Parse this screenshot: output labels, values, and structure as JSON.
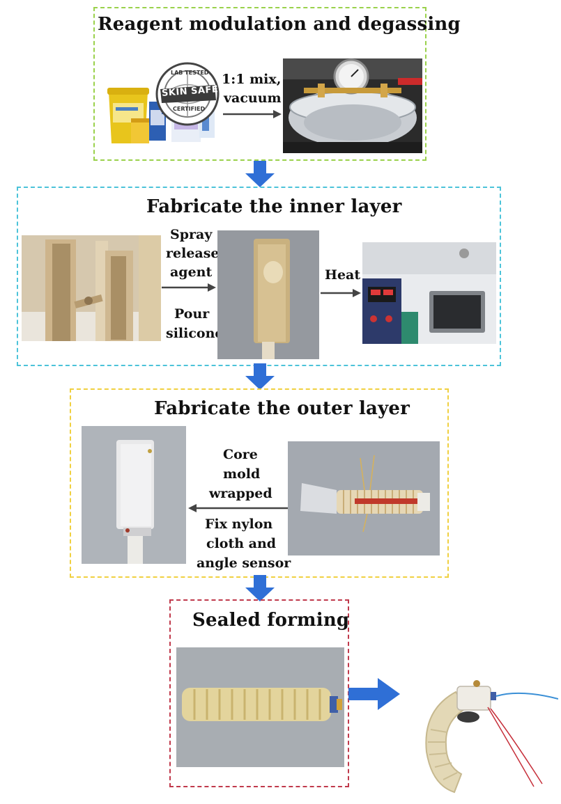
{
  "steps": {
    "step1": {
      "title": "Reagent modulation and degassing",
      "arrow_label": [
        "1:1 mix,",
        "vacuum"
      ],
      "border_color": "#9ad14b"
    },
    "step2": {
      "title": "Fabricate the inner layer",
      "arrow1_label_top": [
        "Spray",
        "release",
        "agent"
      ],
      "arrow1_label_bottom": [
        "Pour",
        "silicone"
      ],
      "arrow2_label": "Heat",
      "border_color": "#4cc3d9"
    },
    "step3": {
      "title": "Fabricate the outer layer",
      "arrow_label_top": [
        "Core",
        "mold",
        "wrapped"
      ],
      "arrow_label_bottom": [
        "Fix nylon",
        "cloth and",
        "angle sensor"
      ],
      "border_color": "#f0d040"
    },
    "step4": {
      "title": "Sealed forming",
      "border_color": "#c0394b"
    },
    "result": {
      "title": "Prototype"
    }
  },
  "product_label": {
    "line1": "SKIN SAFE",
    "ring_top": "LAB TESTED",
    "ring_bottom": "CERTIFIED"
  },
  "colors": {
    "flow_arrow": "#2f6fd6",
    "step_arrow": "#444444"
  }
}
